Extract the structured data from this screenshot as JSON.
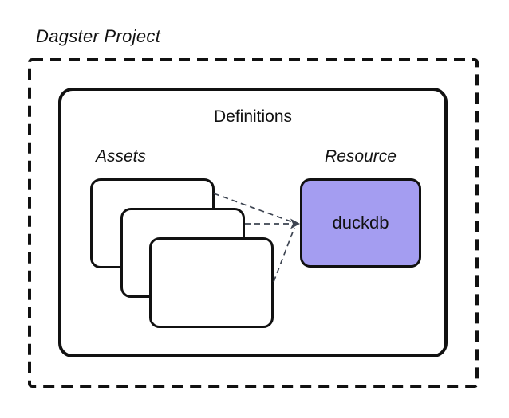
{
  "diagram": {
    "title": "Dagster Project",
    "definitions": {
      "label": "Definitions"
    },
    "assets": {
      "label": "Assets",
      "card_count": 3
    },
    "resource": {
      "label": "Resource",
      "node_label": "duckdb"
    },
    "connections": [
      {
        "from": "asset-card-1",
        "to": "duckdb",
        "style": "dashed-arrow"
      },
      {
        "from": "asset-card-2",
        "to": "duckdb",
        "style": "dashed-arrow"
      },
      {
        "from": "asset-card-3",
        "to": "duckdb",
        "style": "dashed-arrow"
      }
    ],
    "colors": {
      "background": "#ffffff",
      "stroke": "#111111",
      "resource_fill": "#a49df1",
      "connector": "#3d4451"
    }
  }
}
